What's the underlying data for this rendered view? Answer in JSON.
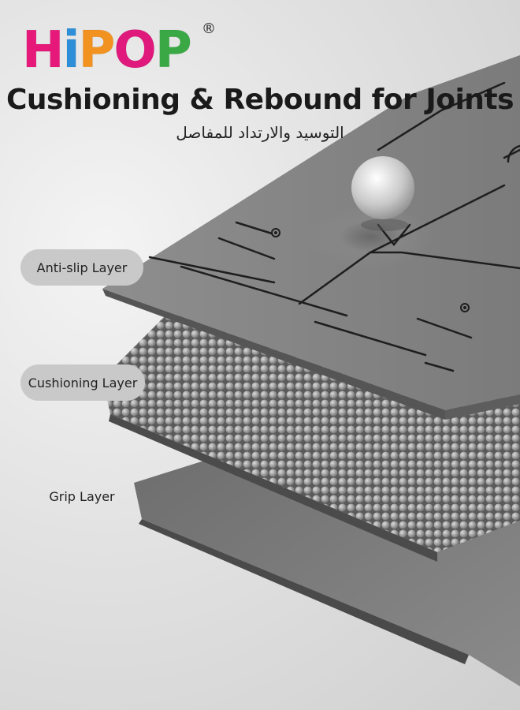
{
  "brand": {
    "letters": [
      "H",
      "i",
      "P",
      "O",
      "P"
    ],
    "registered": "®",
    "colors": [
      "#e6197b",
      "#2e8fd8",
      "#f29221",
      "#e0197c",
      "#3aa945"
    ]
  },
  "headline": "Cushioning & Rebound for Joints",
  "subtitle": "التوسيد والارتداد للمفاصل",
  "layers": {
    "anti_slip": "Anti-slip Layer",
    "cushioning": "Cushioning Layer",
    "grip": "Grip Layer"
  },
  "icons": [
    "ball-icon",
    "mat-layer-illustration"
  ]
}
